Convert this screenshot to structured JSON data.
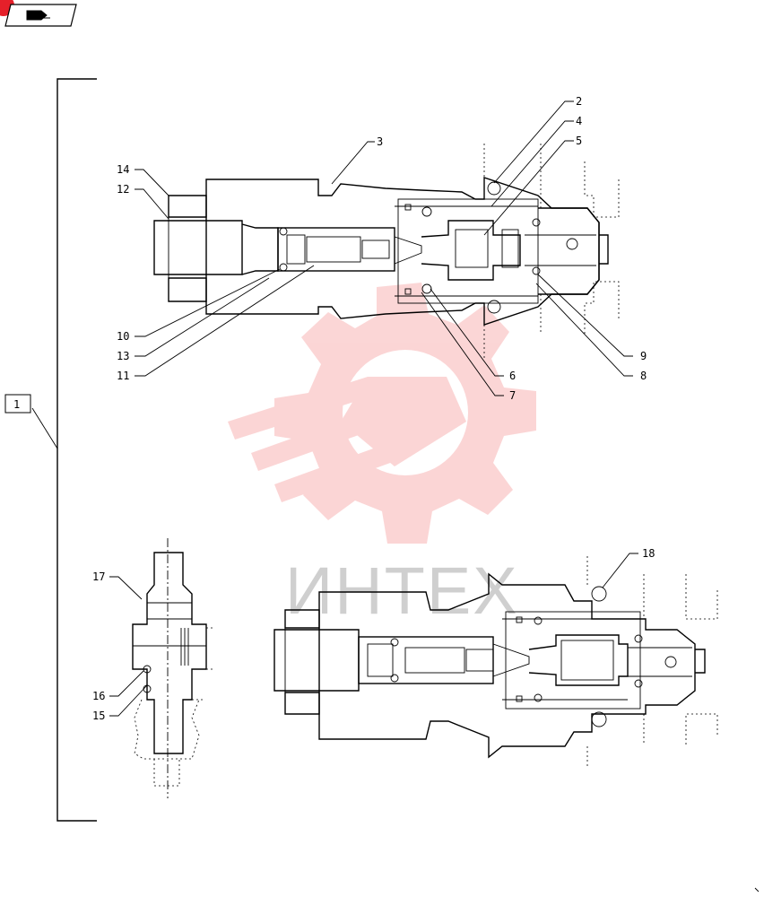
{
  "nav_badge": {
    "icon": "book-arrow-icon"
  },
  "assembly_label": "1",
  "watermark": {
    "text": "ИНТЕХ",
    "color": "#f26d6d"
  },
  "callouts": {
    "c2": "2",
    "c3": "3",
    "c4": "4",
    "c5": "5",
    "c6": "6",
    "c7": "7",
    "c8": "8",
    "c9": "9",
    "c10": "10",
    "c11": "11",
    "c12": "12",
    "c13": "13",
    "c14": "14",
    "c15": "15",
    "c16": "16",
    "c17": "17",
    "c18": "18"
  }
}
